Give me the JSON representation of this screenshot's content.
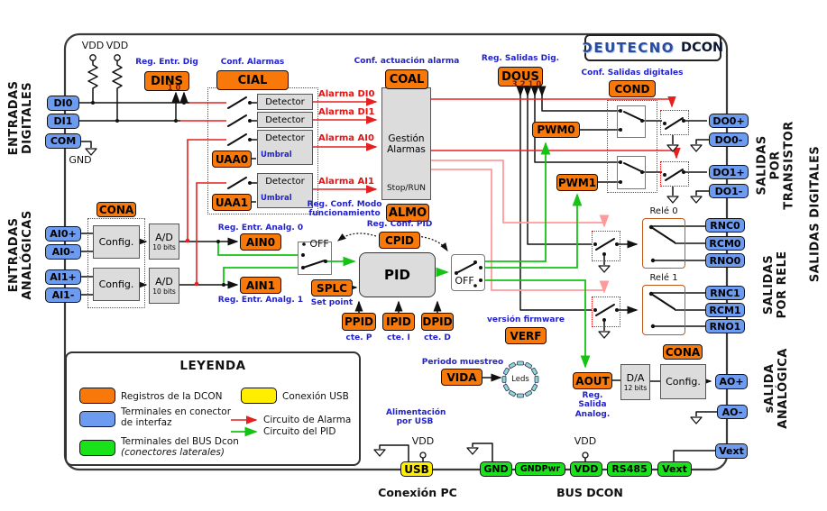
{
  "logo": {
    "brand": "ƆEUTECNO",
    "product": "DCON"
  },
  "side_labels": {
    "entradas_digitales": "ENTRADAS\nDIGITALES",
    "entradas_analogicas": "ENTRADAS\nANALÓGICAS",
    "salidas_transistor": "SALIDAS\nPOR TRANSISTOR",
    "salidas_digitales": "SALIDAS DIGITALES",
    "salidas_rele": "SALIDAS\nPOR RELE",
    "salida_analogica": "sALIDA\nANALÓGICA"
  },
  "registers": {
    "dins": {
      "label": "DINS",
      "caption": "Reg. Entr. Dig",
      "bits": "1 0"
    },
    "cial": {
      "label": "CIAL",
      "caption": "Conf. Alarmas"
    },
    "coal": {
      "label": "COAL",
      "caption": "Conf. actuación alarma"
    },
    "almo": {
      "label": "ALMO",
      "caption": "Reg. Conf. Modo\nfuncionamiento"
    },
    "dous": {
      "label": "DOUS",
      "caption": "Reg. Salidas Dig.",
      "bits": "3 2 1 0"
    },
    "cond": {
      "label": "COND",
      "caption": "Conf. Salidas digitales"
    },
    "pwm0": {
      "label": "PWM0"
    },
    "pwm1": {
      "label": "PWM1"
    },
    "uaa0": {
      "label": "UAA0"
    },
    "uaa1": {
      "label": "UAA1"
    },
    "cona_in": {
      "label": "CONA"
    },
    "cona_out": {
      "label": "CONA"
    },
    "ain0": {
      "label": "AIN0",
      "caption": "Reg. Entr. Analg. 0"
    },
    "ain1": {
      "label": "AIN1",
      "caption": "Reg. Entr. Analg. 1"
    },
    "cpid": {
      "label": "CPID",
      "caption": "Reg. Conf. PID"
    },
    "splc": {
      "label": "SPLC",
      "caption": "Set point"
    },
    "ppid": {
      "label": "PPID",
      "caption": "cte. P"
    },
    "ipid": {
      "label": "IPID",
      "caption": "cte. I"
    },
    "dpid": {
      "label": "DPID",
      "caption": "cte. D"
    },
    "verf": {
      "label": "VERF",
      "caption": "versión firmware"
    },
    "vida": {
      "label": "VIDA",
      "caption": "Periodo muestreo"
    },
    "aout": {
      "label": "AOUT",
      "caption": "Reg. Salida\nAnalog."
    }
  },
  "terminals": {
    "di0": "DI0",
    "di1": "DI1",
    "com": "COM",
    "ai0p": "AI0+",
    "ai0n": "AI0-",
    "ai1p": "AI1+",
    "ai1n": "AI1-",
    "do0p": "DO0+",
    "do0n": "DO0-",
    "do1p": "DO1+",
    "do1n": "DO1-",
    "rnc0": "RNC0",
    "rcm0": "RCM0",
    "rno0": "RNO0",
    "rnc1": "RNC1",
    "rcm1": "RCM1",
    "rno1": "RNO1",
    "aop": "AO+",
    "aon": "AO-",
    "vext_blue": "Vext",
    "usb": "USB",
    "gnd": "GND",
    "gndpwr": "GNDPwr",
    "vdd": "VDD",
    "rs485": "RS485",
    "vext_green": "Vext"
  },
  "blocks": {
    "detector": "Detector",
    "umbral": "Umbral",
    "config": "Config.",
    "ad": "A/D",
    "ad_bits": "10 bits",
    "da": "D/A",
    "da_bits": "12 bits",
    "pid": "PID",
    "gestion": "Gestión\nAlarmas",
    "stop_run": "Stop/RUN",
    "off": "OFF",
    "rele0": "Relé 0",
    "rele1": "Relé 1",
    "leds": "Leds"
  },
  "alarm_labels": {
    "di0": "Alarma DI0",
    "di1": "Alarma DI1",
    "ai0": "Alarma AI0",
    "ai1": "Alarma AI1"
  },
  "power_labels": {
    "vdd": "VDD",
    "gnd": "GND"
  },
  "misc_labels": {
    "alimentacion": "Alimentación\npor USB",
    "conexion_pc": "Conexión PC",
    "bus_dcon": "BUS DCON"
  },
  "legend": {
    "title": "LEYENDA",
    "items": [
      {
        "swatch": "orange",
        "label": "Registros de la DCON"
      },
      {
        "swatch": "blue",
        "label": "Terminales en conector\nde interfaz"
      },
      {
        "swatch": "green",
        "label": "Terminales del BUS Dcon",
        "sublabel": "(conectores laterales)"
      },
      {
        "swatch": "yellow",
        "label": "Conexión USB"
      },
      {
        "swatch": "red-arrow",
        "label": "Circuito de Alarma"
      },
      {
        "swatch": "green-arrow",
        "label": "Circuito del PID"
      }
    ]
  },
  "colors": {
    "register": "#f8790a",
    "terminal_interface": "#6c9bf0",
    "terminal_bus": "#1ae21a",
    "usb": "#ffee00",
    "alarm_wire": "#e62020",
    "alarm_wire_light": "#ff9a9a",
    "pid_wire": "#14c314",
    "caption_blue": "#2222cc"
  }
}
